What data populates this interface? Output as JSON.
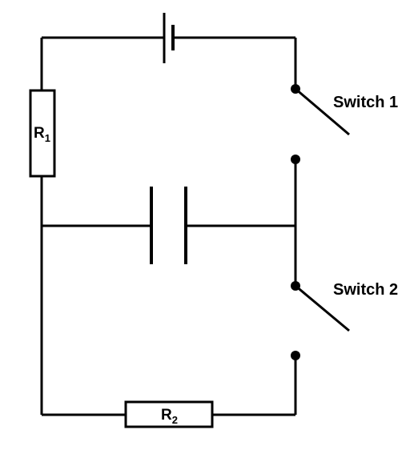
{
  "diagram": {
    "resistor_1": {
      "symbol": "R",
      "subscript": "1"
    },
    "resistor_2": {
      "symbol": "R",
      "subscript": "2"
    },
    "switch_1": {
      "label": "Switch 1"
    },
    "switch_2": {
      "label": "Switch 2"
    },
    "wire_color": "#000000",
    "background_color": "#ffffff"
  }
}
